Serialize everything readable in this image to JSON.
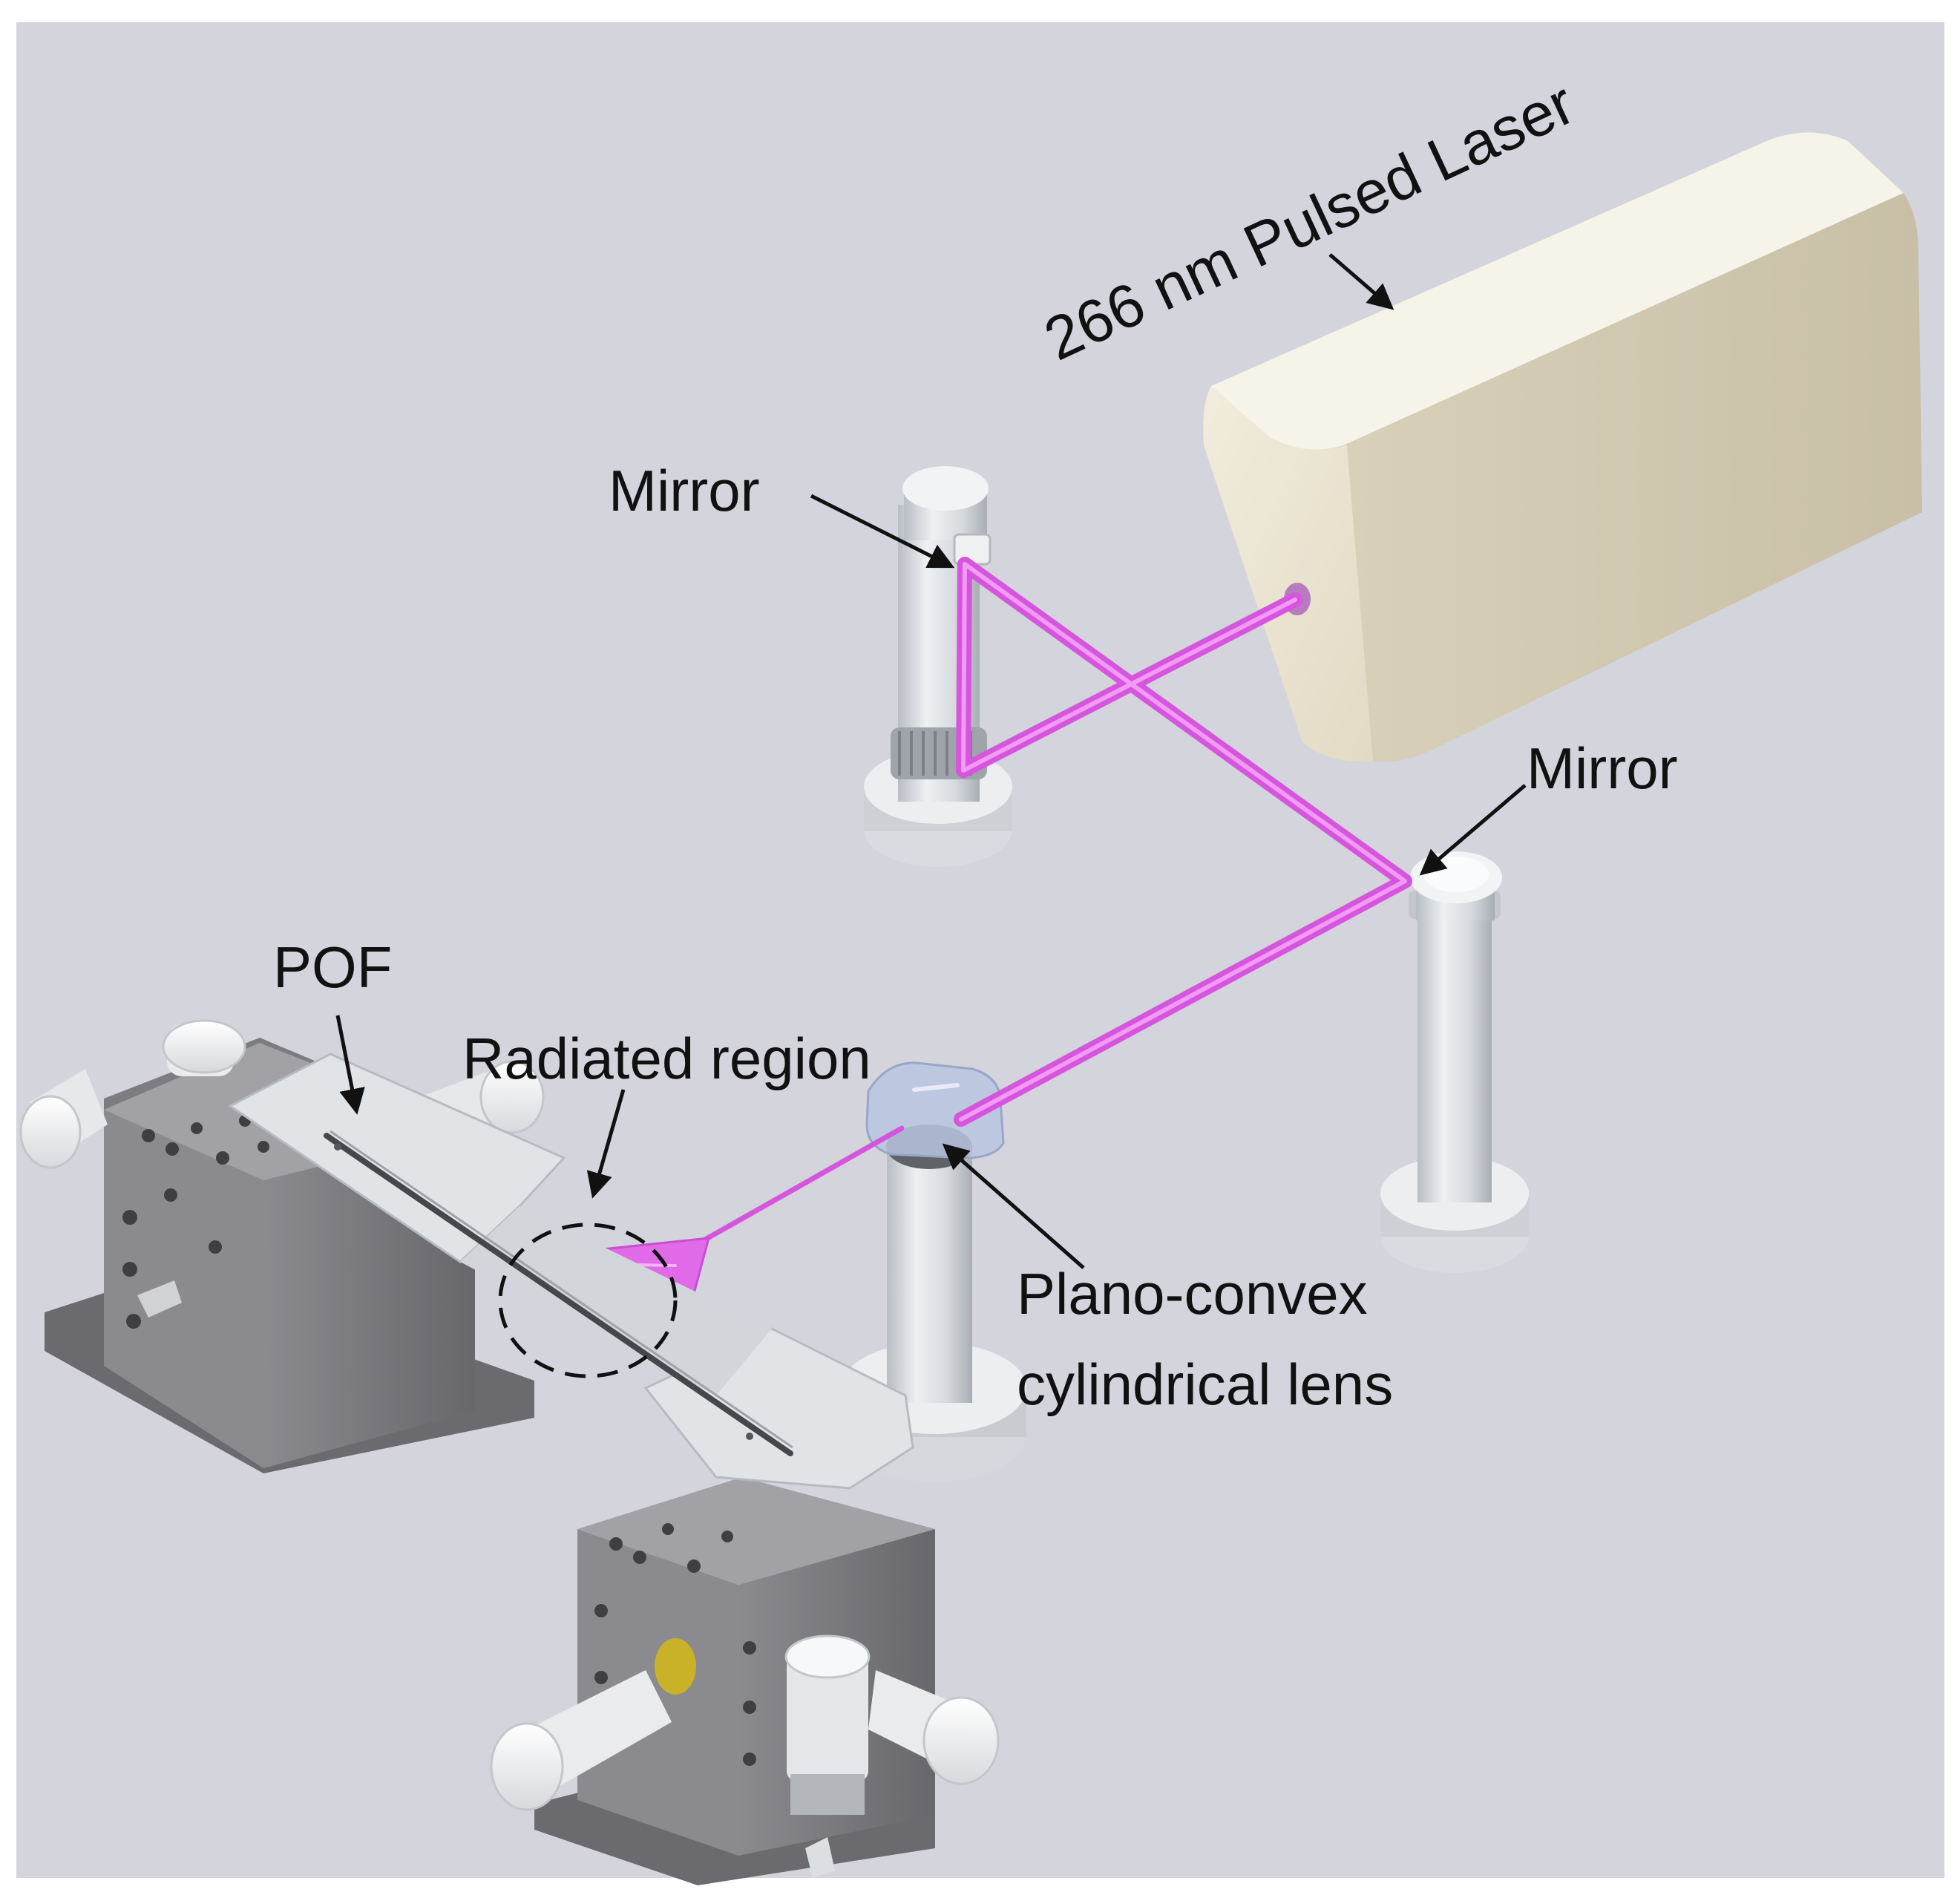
{
  "labels": {
    "laser": "266 nm Pulsed Laser",
    "mirror_top": "Mirror",
    "mirror_right": "Mirror",
    "pof": "POF",
    "radiated_region": "Radiated region",
    "lens_line1": "Plano-convex",
    "lens_line2": "cylindrical lens"
  },
  "colors": {
    "background": "#d4d4dc",
    "frame": "#ffffff",
    "beam": "#e05ae8",
    "beam_core": "#ee8cf2",
    "laser_body": "#f4f0e3",
    "laser_side": "#d9d2bd",
    "post_light": "#e7e9ec",
    "post_mid": "#c9cdd2",
    "stage_dark": "#6f6f73",
    "stage_mid": "#8b8b90",
    "stage_top": "#a3a3a8",
    "knob": "#f2f3f4",
    "rail": "#dcdfe3",
    "brass": "#c9b227"
  }
}
